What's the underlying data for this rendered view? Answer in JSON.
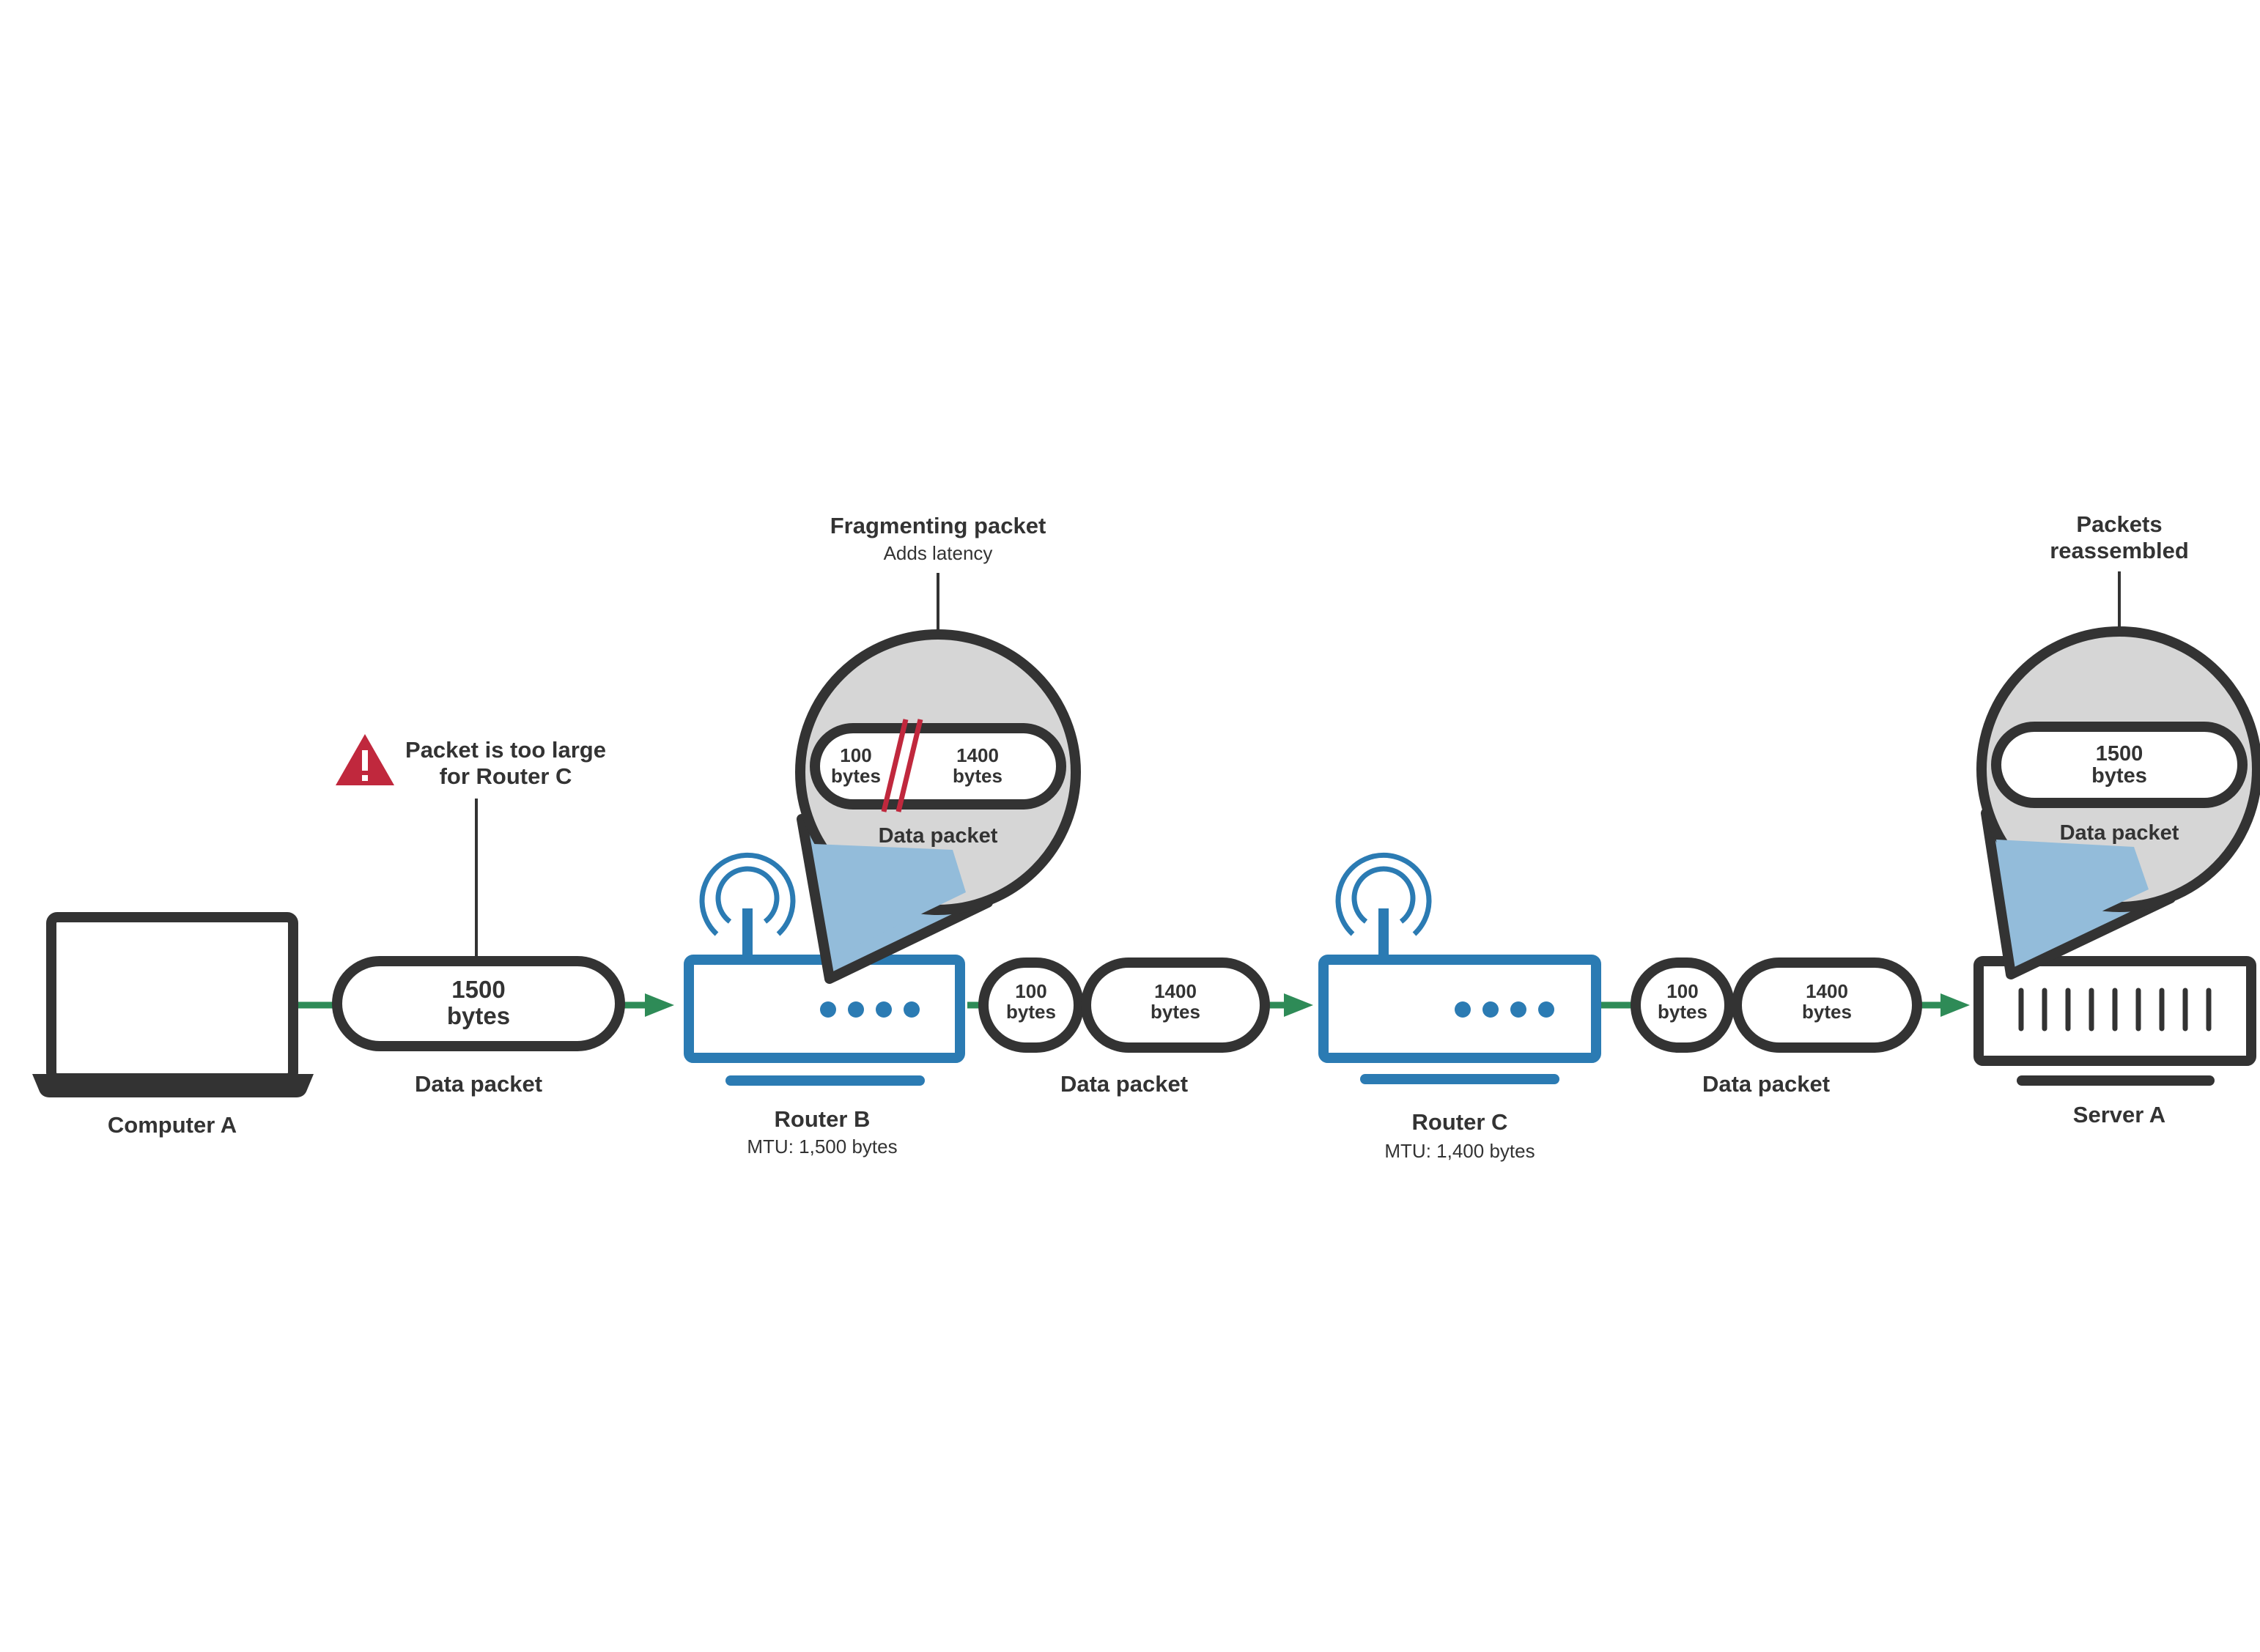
{
  "colors": {
    "outline": "#333333",
    "router_blue": "#2b7bb3",
    "arrow_green": "#2e8b57",
    "bubble_fill": "#d6d6d6",
    "pointer_fill": "#93bcda",
    "warning_red": "#c0283d",
    "cut_red": "#c0283d"
  },
  "devices": {
    "computer_a": {
      "label": "Computer A",
      "icon": "laptop-icon"
    },
    "router_b": {
      "label": "Router B",
      "mtu": "MTU: 1,500 bytes",
      "icon": "router-icon"
    },
    "router_c": {
      "label": "Router C",
      "mtu": "MTU: 1,400 bytes",
      "icon": "router-icon"
    },
    "server_a": {
      "label": "Server A",
      "icon": "server-icon"
    }
  },
  "links": [
    {
      "label": "Data packet",
      "packets": [
        {
          "line1": "1500",
          "line2": "bytes"
        }
      ]
    },
    {
      "label": "Data packet",
      "packets": [
        {
          "line1": "100",
          "line2": "bytes"
        },
        {
          "line1": "1400",
          "line2": "bytes"
        }
      ]
    },
    {
      "label": "Data packet",
      "packets": [
        {
          "line1": "100",
          "line2": "bytes"
        },
        {
          "line1": "1400",
          "line2": "bytes"
        }
      ]
    }
  ],
  "callouts": {
    "warning": {
      "line1": "Packet is too large",
      "line2": "for Router C",
      "icon": "warning-icon"
    },
    "fragmenting": {
      "title": "Fragmenting packet",
      "subtitle": "Adds latency",
      "packet_a": {
        "line1": "100",
        "line2": "bytes"
      },
      "packet_b": {
        "line1": "1400",
        "line2": "bytes"
      },
      "label": "Data packet"
    },
    "reassembled": {
      "title_line1": "Packets",
      "title_line2": "reassembled",
      "packet": {
        "line1": "1500",
        "line2": "bytes"
      },
      "label": "Data packet"
    }
  }
}
